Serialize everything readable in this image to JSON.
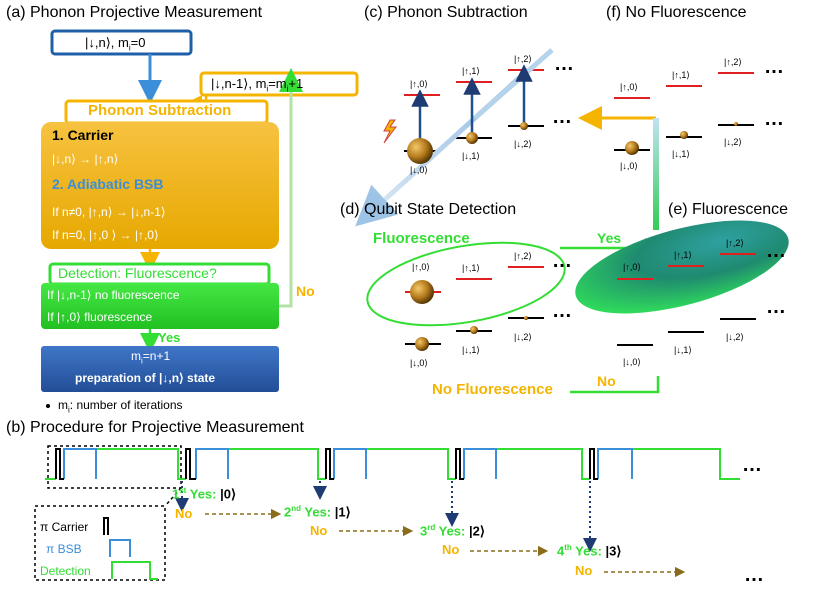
{
  "panel_a": {
    "title": "(a) Phonon Projective Measurement",
    "init_state": "|↓,n⟩, m",
    "init_state_sub": "i",
    "init_state_end": "=0",
    "feedback_state": "|↓,n-1⟩, m",
    "feedback_sub": "i",
    "feedback_end": "=m",
    "feedback_sub2": "i",
    "feedback_tail": "+1",
    "phonon_subtraction": "Phonon Subtraction",
    "carrier": "1.   Carrier",
    "carrier_transition": "|↓,n⟩ → |↑,n⟩",
    "adiabatic": "2. Adiabatic BSB",
    "if_n_nonzero": "If n≠0, |↑,n⟩ → |↓,n-1⟩",
    "if_n_zero": "If n=0, |↑,0 ⟩ → |↑,0⟩",
    "detection": "Detection: Fluorescence?",
    "det_line1": "If |↓,n-1⟩ no fluorescence",
    "det_line2": "If |↑,0⟩    fluorescence",
    "no": "No",
    "yes": "Yes",
    "prep_line1": "m",
    "prep_sub": "i",
    "prep_line1_end": "=n+1",
    "prep_line2": "preparation of |↓,n⟩ state",
    "bullet": "m",
    "bullet_sub": "i",
    "bullet_end": ": number of iterations"
  },
  "panel_b": {
    "title": "(b) Procedure for Projective Measurement",
    "legend_carrier": "π Carrier",
    "legend_bsb": "π BSB",
    "legend_detection": "Detection",
    "yes_labels": [
      {
        "ord": "1",
        "sup": "st",
        "rest": " Yes: ",
        "ket": "|0⟩"
      },
      {
        "ord": "2",
        "sup": "nd",
        "rest": " Yes: ",
        "ket": "|1⟩"
      },
      {
        "ord": "3",
        "sup": "rd",
        "rest": " Yes: ",
        "ket": "|2⟩"
      },
      {
        "ord": "4",
        "sup": "th",
        "rest": " Yes: ",
        "ket": "|3⟩"
      }
    ],
    "no": "No",
    "dots": "…"
  },
  "panel_c": {
    "title": "(c) Phonon Subtraction",
    "up_labels": [
      "|↑,0⟩",
      "|↑,1⟩",
      "|↑,2⟩"
    ],
    "down_labels": [
      "|↓,0⟩",
      "|↓,1⟩",
      "|↓,2⟩"
    ],
    "dots": "…"
  },
  "panel_d": {
    "title": "(d) Qubit State Detection",
    "fluorescence": "Fluorescence",
    "yes": "Yes",
    "no_fluorescence": "No Fluorescence",
    "no": "No",
    "up_labels": [
      "|↑,0⟩",
      "|↑,1⟩",
      "|↑,2⟩"
    ],
    "down_labels": [
      "|↓,0⟩",
      "|↓,1⟩",
      "|↓,2⟩"
    ],
    "dots": "…"
  },
  "panel_e": {
    "title": "(e) Fluorescence",
    "up_labels": [
      "|↑,0⟩",
      "|↑,1⟩",
      "|↑,2⟩"
    ],
    "down_labels": [
      "|↓,0⟩",
      "|↓,1⟩",
      "|↓,2⟩"
    ],
    "dots": "…"
  },
  "panel_f": {
    "title": "(f) No Fluorescence",
    "up_labels": [
      "|↑,0⟩",
      "|↑,1⟩",
      "|↑,2⟩"
    ],
    "down_labels": [
      "|↓,0⟩",
      "|↓,1⟩",
      "|↓,2⟩"
    ],
    "dots": "…"
  },
  "colors": {
    "gold": "#f5b400",
    "green": "#33dd33",
    "blue": "#3a8fd8",
    "navy": "#1f4f8a",
    "red": "#e02020",
    "brown": "#8a6d1c"
  }
}
